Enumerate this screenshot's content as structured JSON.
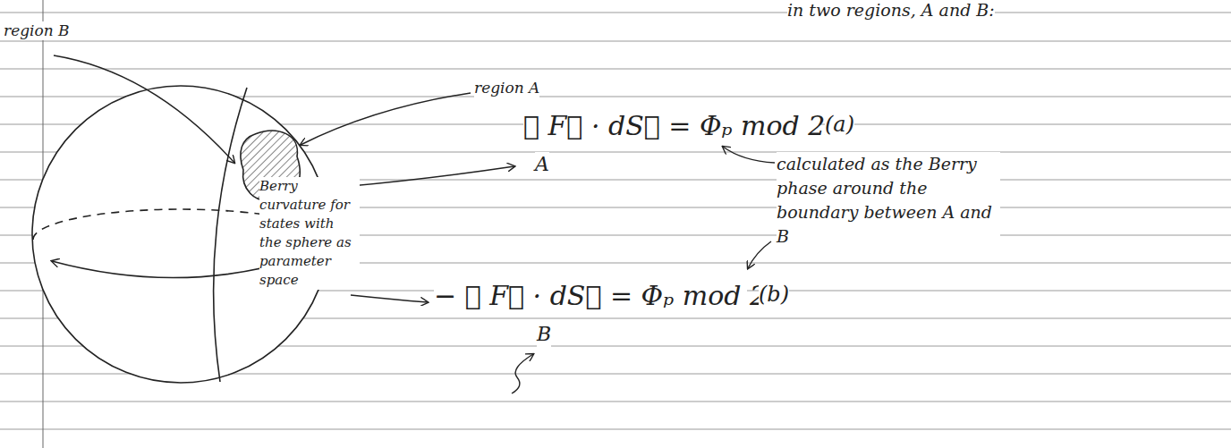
{
  "diagram": {
    "labels": [
      "in two regions, A and B:",
      "region B",
      "region A",
      "∮ F⃗ · dS⃗ = Φₚ mod 2π",
      "(a)",
      "A",
      "calculated as the Berry phase around the boundary between A and B",
      "Berry curvature for states with the sphere as parameter space",
      "− ∮ F⃗ · dS⃗ = Φₚ mod 2π",
      "(b)",
      "B"
    ]
  }
}
